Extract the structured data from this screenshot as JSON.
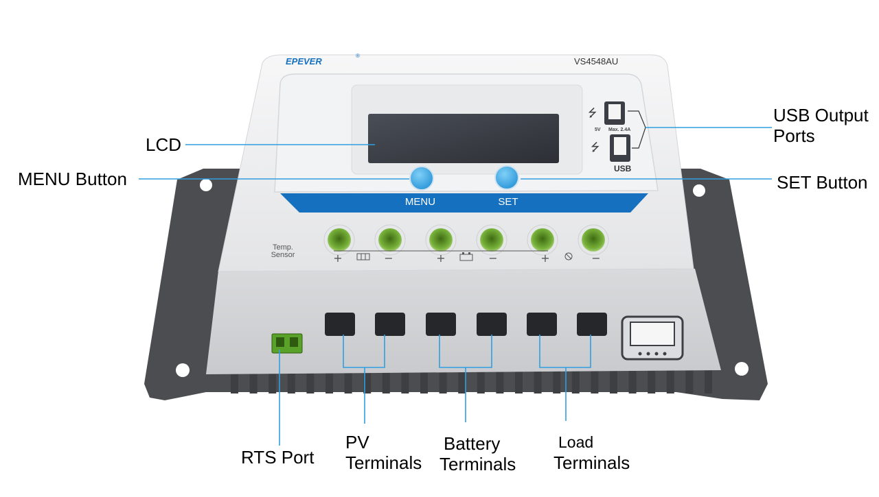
{
  "device": {
    "brand": "EPEVER",
    "registered_mark": "®",
    "model": "VS4548AU",
    "usb_rating_voltage": "5V",
    "usb_rating_current": "Max. 2.4A",
    "usb_label": "USB",
    "menu_key_label": "MENU",
    "set_key_label": "SET",
    "temp_sensor_line1": "Temp.",
    "temp_sensor_line2": "Sensor",
    "terminal_polarity": [
      "+",
      "−",
      "+",
      "−",
      "+",
      "−"
    ]
  },
  "callouts": {
    "lcd": "LCD",
    "menu_button": "MENU Button",
    "usb_ports_line1": "USB Output",
    "usb_ports_line2": "Ports",
    "set_button": "SET Button",
    "rts_port": "RTS Port",
    "pv_line1": "PV",
    "pv_line2": "Terminals",
    "battery_line1": "Battery",
    "battery_line2": "Terminals",
    "load_line1": "Load",
    "load_line2": "Terminals"
  },
  "colors": {
    "leader_line": "#2f9fe0",
    "accent_blue": "#1670c0",
    "button_blue": "#33a6e6",
    "terminal_green": "#5f9a2a",
    "bracket_dark": "#4a4c50",
    "shell_light": "#f1f2f3",
    "lcd_dark": "#3a3d44"
  }
}
